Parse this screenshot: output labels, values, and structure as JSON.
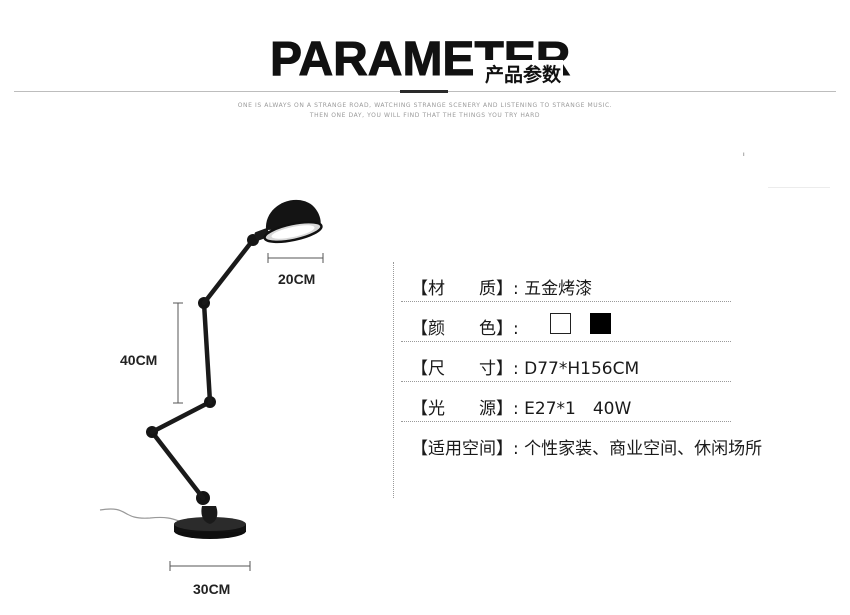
{
  "header": {
    "title_en": "PARAMETER",
    "title_cn": "产品参数",
    "tagline_1": "ONE IS ALWAYS ON A STRANGE ROAD, WATCHING STRANGE SCENERY AND LISTENING TO STRANGE MUSIC.",
    "tagline_2": "THEN ONE DAY, YOU WILL FIND THAT THE THINGS YOU TRY HARD"
  },
  "dimensions": {
    "shade": "20CM",
    "arm": "40CM",
    "base": "30CM"
  },
  "params": {
    "material": "【材　　质】: 五金烤漆",
    "color_label": "【颜　　色】:",
    "colors": [
      "#ffffff",
      "#000000"
    ],
    "size": "【尺　　寸】: D77*H156CM",
    "light": "【光　　源】: E27*1　40W",
    "space": "【适用空间】: 个性家装、商业空间、休闲场所"
  },
  "icons": [
    "desk-lamp-illustration"
  ]
}
